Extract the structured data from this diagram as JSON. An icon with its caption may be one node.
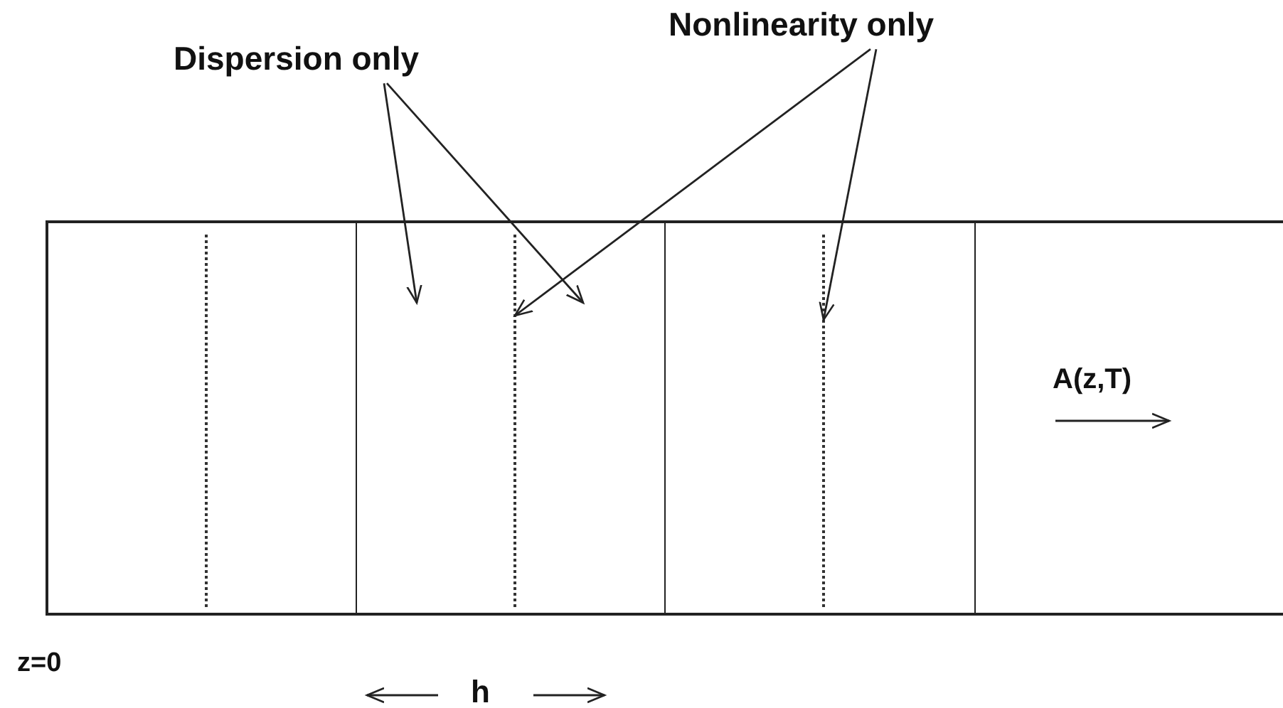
{
  "diagram": {
    "nodes": [
      {
        "text": [
          "Dispersion only"
        ]
      },
      {
        "text": [
          "Nonlinearity only"
        ]
      },
      {
        "text": [],
        "shape": "box"
      },
      {
        "text": [],
        "shape": "line",
        "in": 2
      },
      {
        "text": [],
        "shape": "line",
        "in": 2
      },
      {
        "text": [],
        "shape": "line",
        "in": 2
      }
    ],
    "edges": [
      {
        "from": 0,
        "to": null,
        "arrow": "to"
      },
      {
        "from": 0,
        "to": null,
        "arrow": "to"
      },
      {
        "from": 1,
        "to": 4,
        "arrow": "to"
      },
      {
        "from": 1,
        "to": 5,
        "arrow": "to"
      }
    ],
    "labels": [
      "A(z,T)",
      "z=0",
      "h"
    ]
  }
}
